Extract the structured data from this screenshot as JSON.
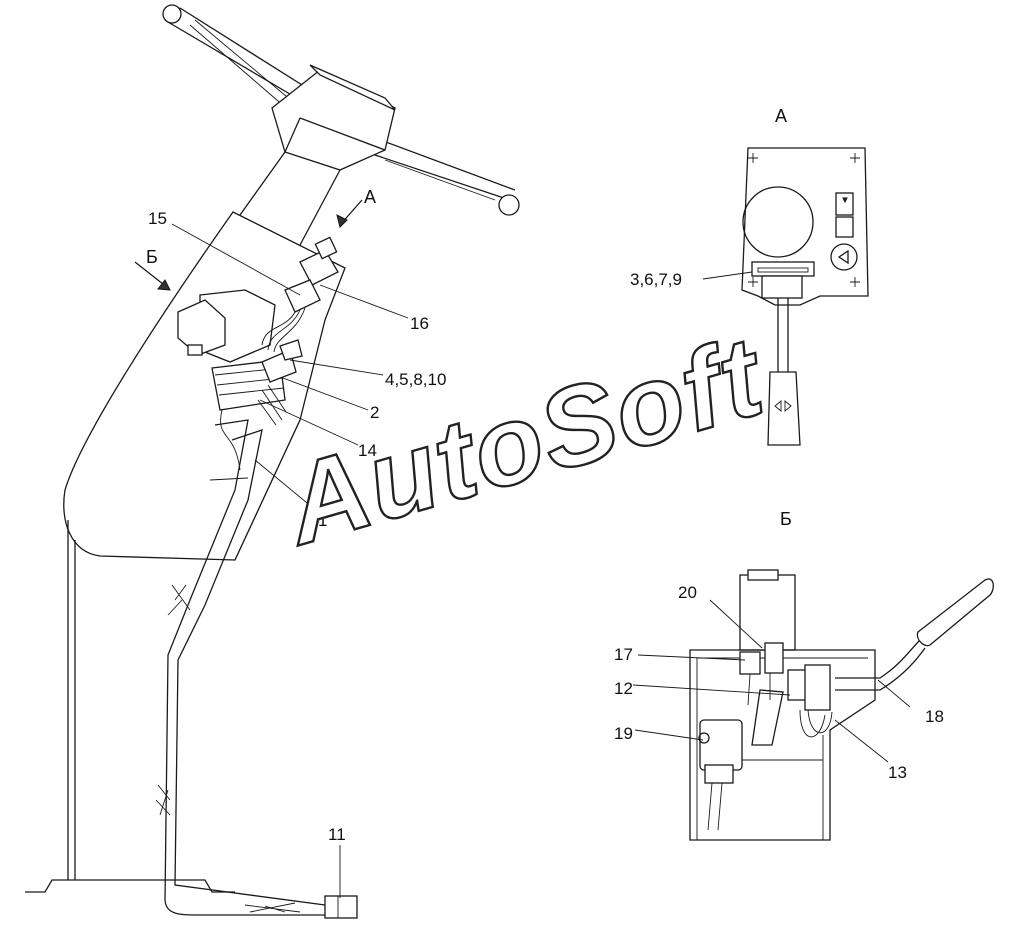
{
  "views": {
    "a_title": "А",
    "b_title": "Б",
    "arrow_a": "А",
    "arrow_b": "Б"
  },
  "watermark": "AutoSoft",
  "callouts": {
    "c15": "15",
    "c16": "16",
    "c4_5_8_10": "4,5,8,10",
    "c2": "2",
    "c14": "14",
    "c1": "1",
    "c11": "11",
    "c3_6_7_9": "3,6,7,9",
    "c20": "20",
    "c17": "17",
    "c12": "12",
    "c19": "19",
    "c18": "18",
    "c13": "13"
  }
}
